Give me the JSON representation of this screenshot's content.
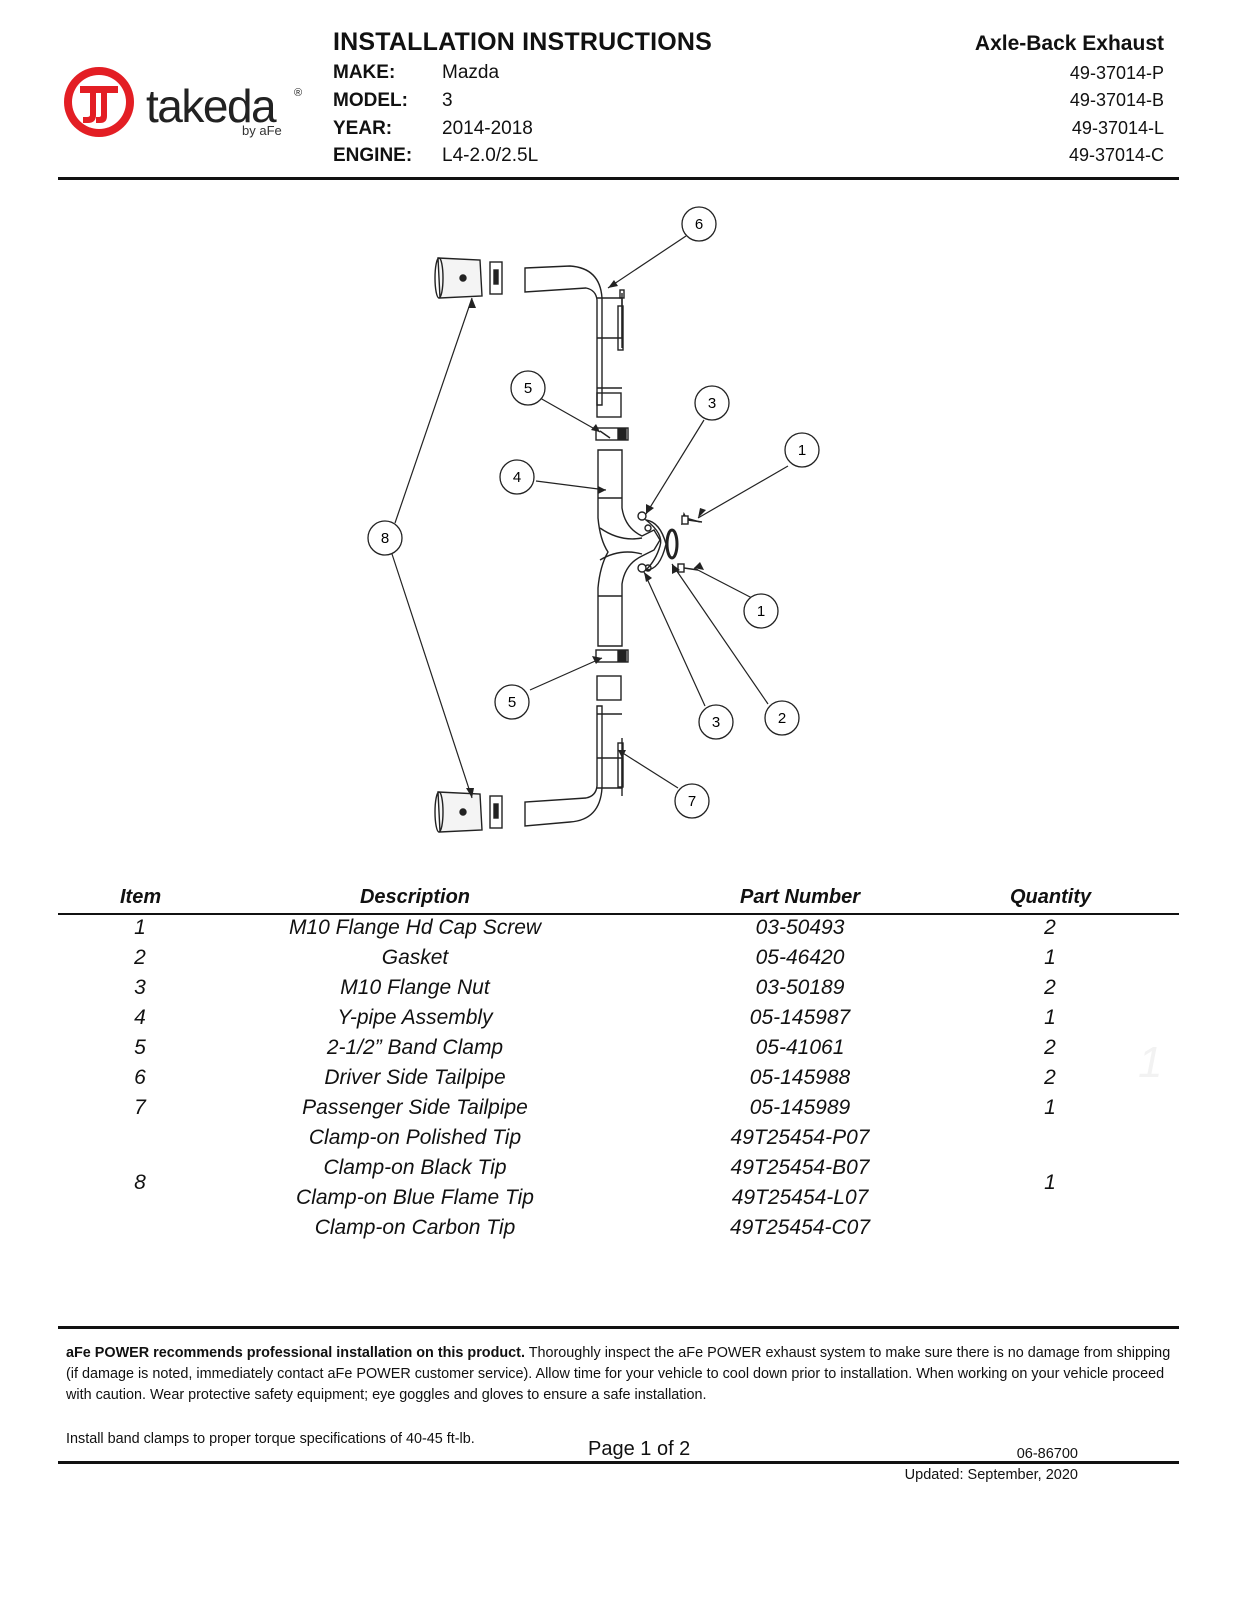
{
  "header": {
    "title": "INSTALLATION INSTRUCTIONS",
    "product": "Axle-Back Exhaust",
    "specs": [
      {
        "label": "MAKE:",
        "value": "Mazda"
      },
      {
        "label": "MODEL:",
        "value": "3"
      },
      {
        "label": "YEAR:",
        "value": "2014-2018"
      },
      {
        "label": "ENGINE:",
        "value": "L4-2.0/2.5L"
      }
    ],
    "part_numbers": [
      "49-37014-P",
      "49-37014-B",
      "49-37014-L",
      "49-37014-C"
    ]
  },
  "logo": {
    "brand": "takeda",
    "sub": "by aFe",
    "reg": "®",
    "brand_color": "#e31e24"
  },
  "diagram": {
    "callouts": [
      "1",
      "1",
      "2",
      "3",
      "3",
      "4",
      "5",
      "5",
      "6",
      "7",
      "8"
    ]
  },
  "parts_table": {
    "headers": [
      "Item",
      "Description",
      "Part Number",
      "Quantity"
    ],
    "rows": [
      {
        "item": "1",
        "description": "M10 Flange Hd Cap Screw",
        "part": "03-50493",
        "qty": "2"
      },
      {
        "item": "2",
        "description": "Gasket",
        "part": "05-46420",
        "qty": "1"
      },
      {
        "item": "3",
        "description": "M10 Flange Nut",
        "part": "03-50189",
        "qty": "2"
      },
      {
        "item": "4",
        "description": "Y-pipe Assembly",
        "part": "05-145987",
        "qty": "1"
      },
      {
        "item": "5",
        "description": "2-1/2” Band Clamp",
        "part": "05-41061",
        "qty": "2"
      },
      {
        "item": "6",
        "description": "Driver Side Tailpipe",
        "part": "05-145988",
        "qty": "2"
      },
      {
        "item": "7",
        "description": "Passenger Side Tailpipe",
        "part": "05-145989",
        "qty": "1"
      }
    ],
    "group": {
      "item": "8",
      "qty": "1",
      "descriptions": [
        "Clamp-on Polished Tip",
        "Clamp-on Black Tip",
        "Clamp-on Blue Flame Tip",
        "Clamp-on Carbon Tip"
      ],
      "parts": [
        "49T25454-P07",
        "49T25454-B07",
        "49T25454-L07",
        "49T25454-C07"
      ]
    },
    "watermark": "1"
  },
  "notes": {
    "bold_intro": "aFe POWER recommends professional installation on this product.",
    "body": " Thoroughly inspect the aFe POWER exhaust system to make sure there is no damage from shipping (if damage is noted, immediately contact aFe POWER customer service). Allow time for your vehicle to cool down prior to installation. When working on your vehicle proceed with caution. Wear protective safety equipment; eye goggles and gloves to ensure a safe installation.",
    "torque": "Install band clamps to proper torque specifications of 40-45 ft-lb."
  },
  "footer": {
    "page": "Page 1 of 2",
    "doc_number": "06-86700",
    "updated": "Updated: September, 2020"
  }
}
